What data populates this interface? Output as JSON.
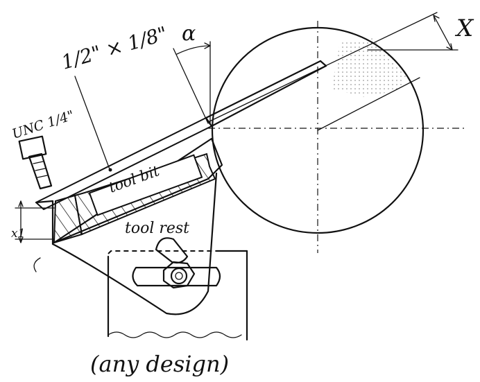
{
  "labels": {
    "dimension_bar": "1/2\" × 1/8\"",
    "angle": "α",
    "x_dim": "X",
    "bolt": "UNC 1/4\"",
    "tool_bit": "tool bit",
    "tool_rest": "tool rest",
    "x1": "x1",
    "any_design": "(any design)"
  },
  "colors": {
    "ink": "#111111",
    "paper": "#ffffff"
  }
}
